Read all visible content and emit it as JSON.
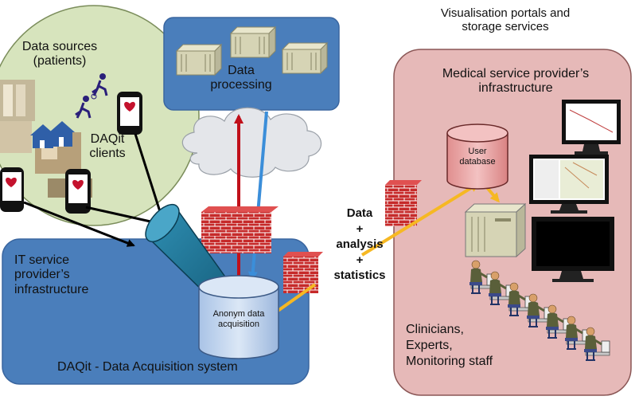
{
  "labels": {
    "viz_title_line1": "Visualisation portals and",
    "viz_title_line2": "storage services",
    "data_sources_line1": "Data sources",
    "data_sources_line2": "(patients)",
    "daqit_clients_line1": "DAQit",
    "daqit_clients_line2": "clients",
    "data_processing_line1": "Data",
    "data_processing_line2": "processing",
    "medical_provider_line1": "Medical service provider’s",
    "medical_provider_line2": "infrastructure",
    "user_database_line1": "User",
    "user_database_line2": "database",
    "flow_data": "Data",
    "flow_plus1": "+",
    "flow_analysis": "analysis",
    "flow_plus2": "+",
    "flow_statistics": "statistics",
    "it_provider_line1": "IT service",
    "it_provider_line2": "provider’s",
    "it_provider_line3": "infrastructure",
    "anonym_line1": "Anonym data",
    "anonym_line2": "acquisition",
    "daqit_system": "DAQit - Data Acquisition system",
    "clinicians_line1": "Clinicians,",
    "clinicians_line2": "Experts,",
    "clinicians_line3": "Monitoring staff"
  },
  "colors": {
    "blue_region": "#4a7ebb",
    "blue_region_border": "#3a66a0",
    "green_region": "#d7e4bd",
    "pink_region": "#e6b9b8",
    "arrow_red": "#c0101a",
    "arrow_blue": "#3b8ed9",
    "arrow_yellow": "#f6b823",
    "firewall": "#c62a2a",
    "cylinder": "#c6d9f1",
    "db_cylinder": "#e9a4a4",
    "cloud": "#e4e6ea"
  },
  "icons": {
    "firewall": "brick-firewall-icon",
    "server": "server-rack-icon",
    "phone": "smartphone-health-icon",
    "monitor": "monitor-icon",
    "runner": "runner-person-icon",
    "house": "house-icon",
    "operator": "operator-at-desk-icon",
    "cloud": "cloud-icon",
    "database": "database-cylinder-icon",
    "collector": "collector-funnel-icon"
  }
}
